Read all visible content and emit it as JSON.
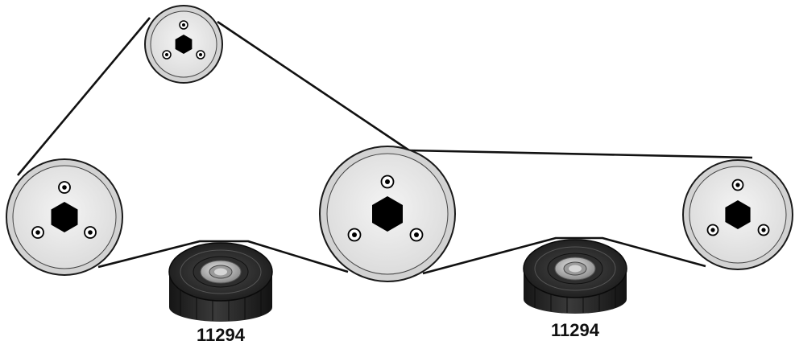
{
  "labels": {
    "left_part_number": "11294",
    "right_part_number": "11294"
  },
  "colors": {
    "belt": "#111111",
    "pulley_face": "#ececec",
    "pulley_rim": "#d4d4d4",
    "hex": "#000000",
    "idler_body": "#2a2a2a",
    "bearing": "#b8b8b8"
  },
  "components": {
    "top_pulley": "crank-pulley",
    "left_pulley": "driven-pulley",
    "center_pulley": "driven-pulley",
    "right_pulley": "driven-pulley",
    "left_idler": "idler-pulley",
    "right_idler": "idler-pulley"
  }
}
